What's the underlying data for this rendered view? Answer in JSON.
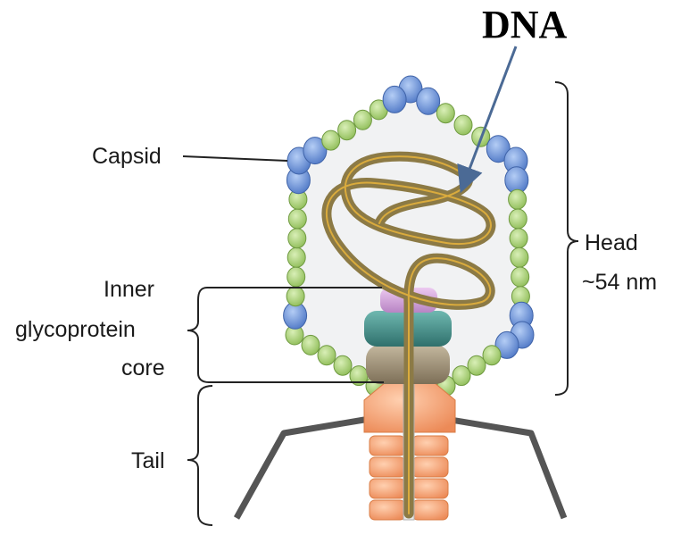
{
  "labels": {
    "dna": "DNA",
    "capsid": "Capsid",
    "inner_line1": "Inner",
    "inner_line2": "glycoprotein",
    "inner_line3": "core",
    "head_line1": "Head",
    "head_line2": "~54 nm",
    "tail": "Tail"
  },
  "colors": {
    "capsid_green": "#a6cf6f",
    "capsid_blue": "#6f95dc",
    "dna_strand": "#8c7a45",
    "dna_highlight": "#e7b43c",
    "core_pink": "#cfa3d8",
    "core_teal": "#3f8f8a",
    "core_brown": "#9a8c72",
    "tail_orange": "#f3a171",
    "tail_fiber": "#555555",
    "pointer_arrow": "#4b6a95",
    "head_fill": "#f1f2f3"
  }
}
